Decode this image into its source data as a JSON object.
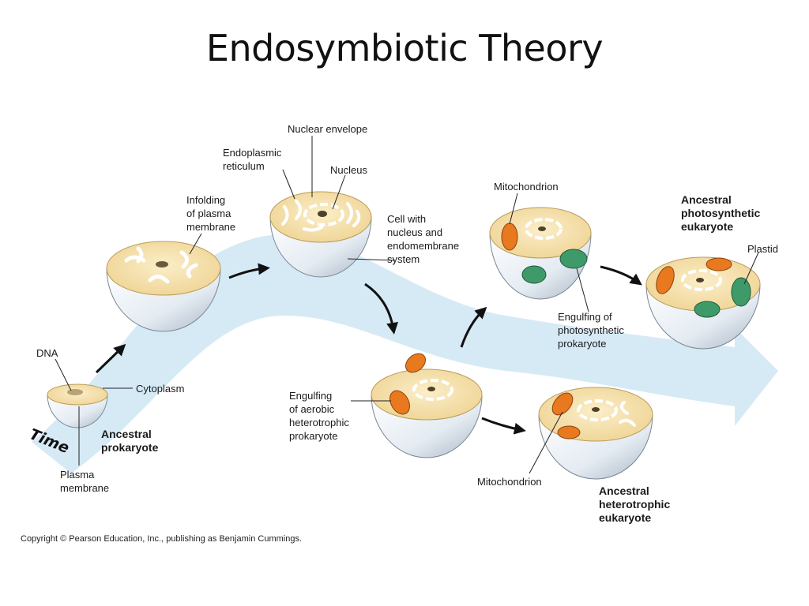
{
  "title": "Endosymbiotic Theory",
  "labels": {
    "nuclear_envelope": "Nuclear envelope",
    "endoplasmic": "Endoplasmic",
    "reticulum": "reticulum",
    "nucleus": "Nucleus",
    "infolding_1": "Infolding",
    "infolding_2": "of plasma",
    "infolding_3": "membrane",
    "cell_with_1": "Cell with",
    "cell_with_2": "nucleus and",
    "cell_with_3": "endomembrane",
    "cell_with_4": "system",
    "mito_top": "Mitochondrion",
    "anc_photo_1": "Ancestral",
    "anc_photo_2": "photosynthetic",
    "anc_photo_3": "eukaryote",
    "plastid": "Plastid",
    "engulf_photo_1": "Engulfing of",
    "engulf_photo_2": "photosynthetic",
    "engulf_photo_3": "prokaryote",
    "dna": "DNA",
    "cytoplasm": "Cytoplasm",
    "time": "Time",
    "anc_prok_1": "Ancestral",
    "anc_prok_2": "prokaryote",
    "plasma_1": "Plasma",
    "plasma_2": "membrane",
    "engulf_aero_1": "Engulfing",
    "engulf_aero_2": "of aerobic",
    "engulf_aero_3": "heterotrophic",
    "engulf_aero_4": "prokaryote",
    "mito_bottom": "Mitochondrion",
    "anc_hetero_1": "Ancestral",
    "anc_hetero_2": "heterotrophic",
    "anc_hetero_3": "eukaryote"
  },
  "copyright": "Copyright © Pearson Education, Inc., publishing as Benjamin Cummings.",
  "colors": {
    "time_band": "#cfe6f5",
    "cytoplasm": "#f6e2b0",
    "cell_shell": "#eef3f8",
    "mitochondrion": "#e8791e",
    "plastid": "#3f9a6a"
  }
}
